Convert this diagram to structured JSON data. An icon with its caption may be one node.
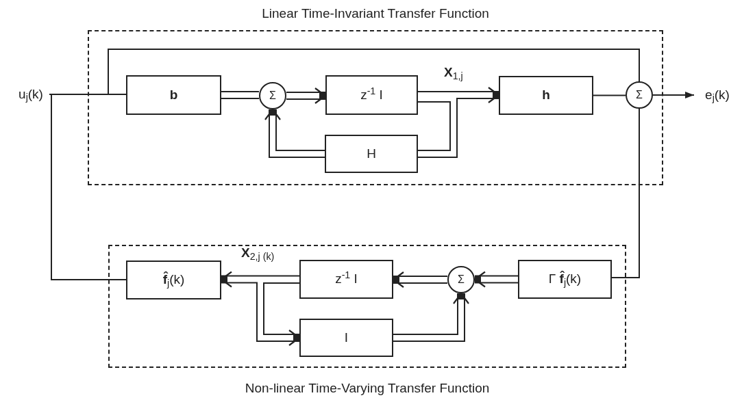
{
  "diagram": {
    "nodes": [
      {
        "text": [
          "Linear Time-Invariant Transfer Function"
        ]
      },
      {
        "text": [
          "b"
        ],
        "in": 0
      },
      {
        "text": [
          "Σ"
        ],
        "in": 0
      },
      {
        "text": [
          "z$^{-1}$ I"
        ],
        "in": 0
      },
      {
        "text": [
          "H"
        ],
        "in": 0
      },
      {
        "text": [
          "h"
        ],
        "in": 0
      },
      {
        "text": [
          "Σ"
        ],
        "in": 0
      },
      {
        "text": [
          "Non-linear Time-Varying Transfer Function"
        ]
      },
      {
        "text": [
          "**f̂**$_{j}$(k)"
        ],
        "in": 7
      },
      {
        "text": [
          "z$^{-1}$ I"
        ],
        "in": 7
      },
      {
        "text": [
          "Σ"
        ],
        "in": 7
      },
      {
        "text": [
          "I"
        ],
        "in": 7
      },
      {
        "text": [
          "Γ **f̂**$_{j}$(k)"
        ],
        "in": 7
      },
      {
        "text": [
          "u$_{j}$(k)"
        ]
      },
      {
        "text": [
          "e$_{j}$(k)"
        ]
      }
    ],
    "edges": [
      {
        "from": 13,
        "to": 1,
        "arrow": "none"
      },
      {
        "from": 13,
        "to": 8,
        "arrow": "none"
      },
      {
        "from": 13,
        "to": 6,
        "arrow": "none"
      },
      {
        "from": 1,
        "to": 2,
        "arrow": "none"
      },
      {
        "from": 2,
        "to": 3,
        "arrow": "to"
      },
      {
        "from": 3,
        "to": 5,
        "arrow": "to",
        "label": "**X**$_{1,j}$"
      },
      {
        "from": 3,
        "to": 4,
        "arrow": "none"
      },
      {
        "from": 4,
        "to": 2,
        "arrow": "to"
      },
      {
        "from": 5,
        "to": 6,
        "arrow": "none"
      },
      {
        "from": 6,
        "to": 14,
        "arrow": "to"
      },
      {
        "from": 6,
        "to": 12,
        "arrow": "none"
      },
      {
        "from": 12,
        "to": 10,
        "arrow": "to"
      },
      {
        "from": 10,
        "to": 9,
        "arrow": "to"
      },
      {
        "from": 9,
        "to": 8,
        "arrow": "to",
        "label": "**X**$_{2,j (k)}$"
      },
      {
        "from": 9,
        "to": 11,
        "arrow": "to"
      },
      {
        "from": 11,
        "to": 10,
        "arrow": "to"
      }
    ]
  }
}
